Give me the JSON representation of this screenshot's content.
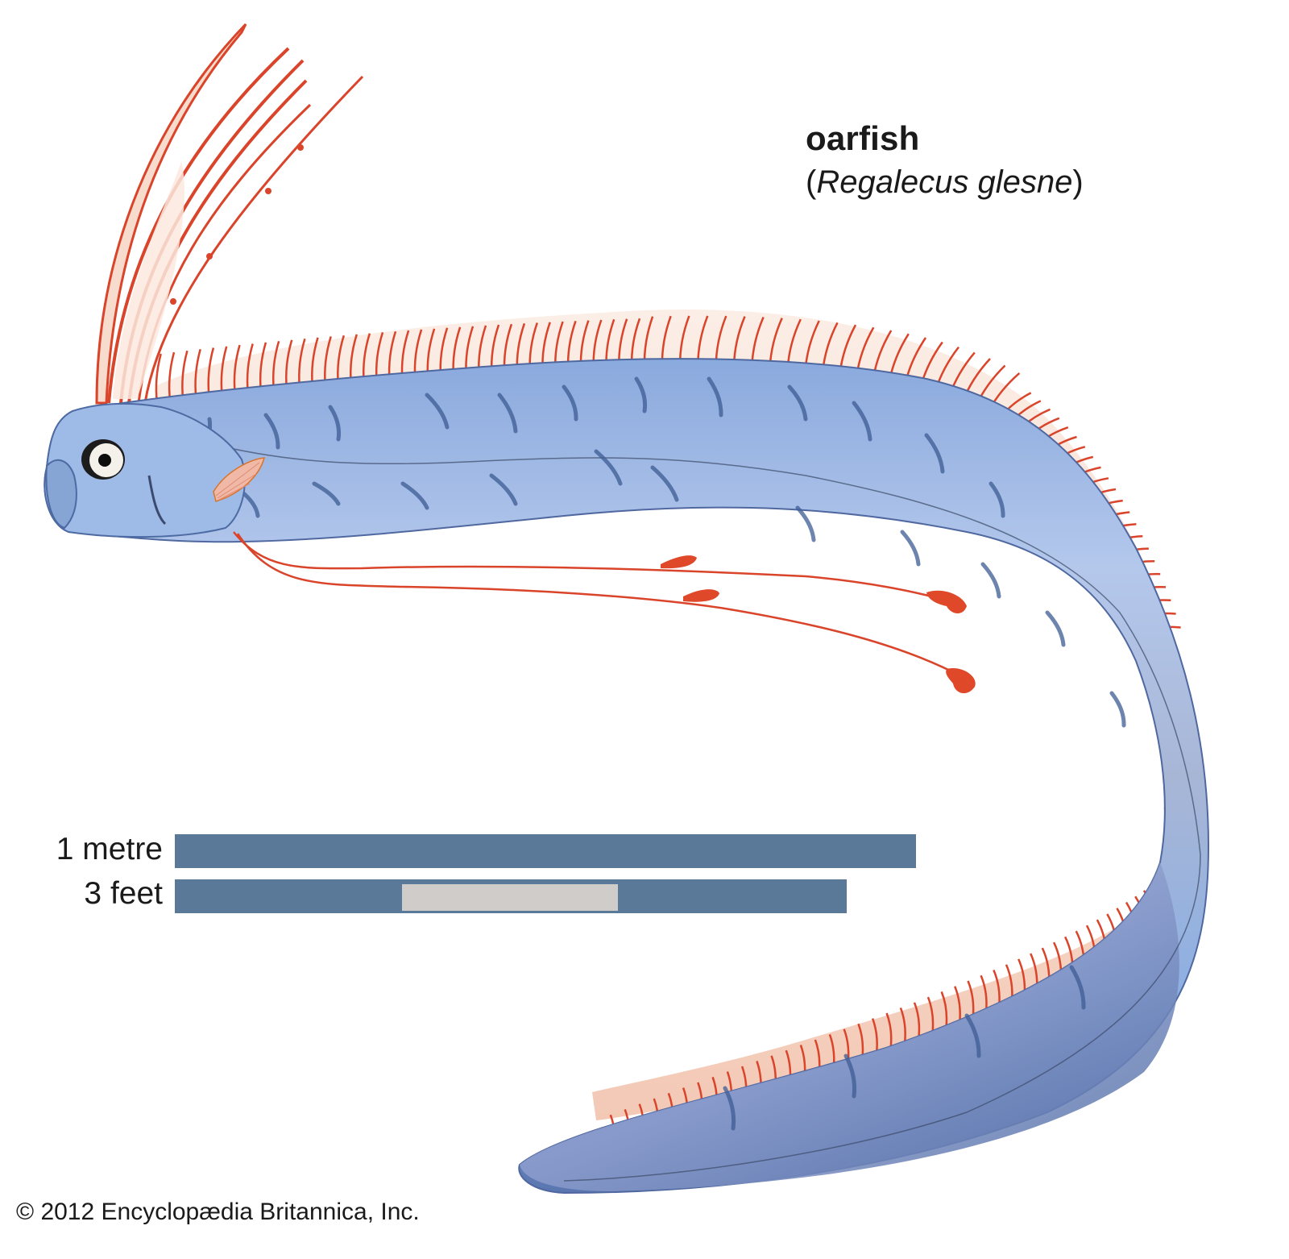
{
  "caption": {
    "common_name": "oarfish",
    "open_paren": "(",
    "scientific_name": "Regalecus glesne",
    "close_paren": ")"
  },
  "scale": {
    "metric": {
      "label": "1 metre",
      "value": 1,
      "unit": "m"
    },
    "imperial": {
      "label": "3 feet",
      "value": 3,
      "unit": "ft",
      "highlight_fraction_start": 0.338,
      "highlight_fraction_end": 0.66
    }
  },
  "copyright": "© 2012 Encyclopædia Britannica, Inc.",
  "colors": {
    "bar": "#5a7898",
    "bar_inset": "#cfccca",
    "fin_ray": "#d9442a",
    "fin_membrane": "#f7d9c9",
    "body_light": "#a9c3ea",
    "body_mid": "#7d9fd6",
    "body_dark": "#4f6fa8",
    "text": "#1a1a1a"
  },
  "illustration": {
    "subject": "oarfish",
    "icons": [
      "eye-icon",
      "pectoral-fin-icon",
      "crest-icon",
      "dorsal-fin-icon",
      "pelvic-filament-icon"
    ]
  }
}
